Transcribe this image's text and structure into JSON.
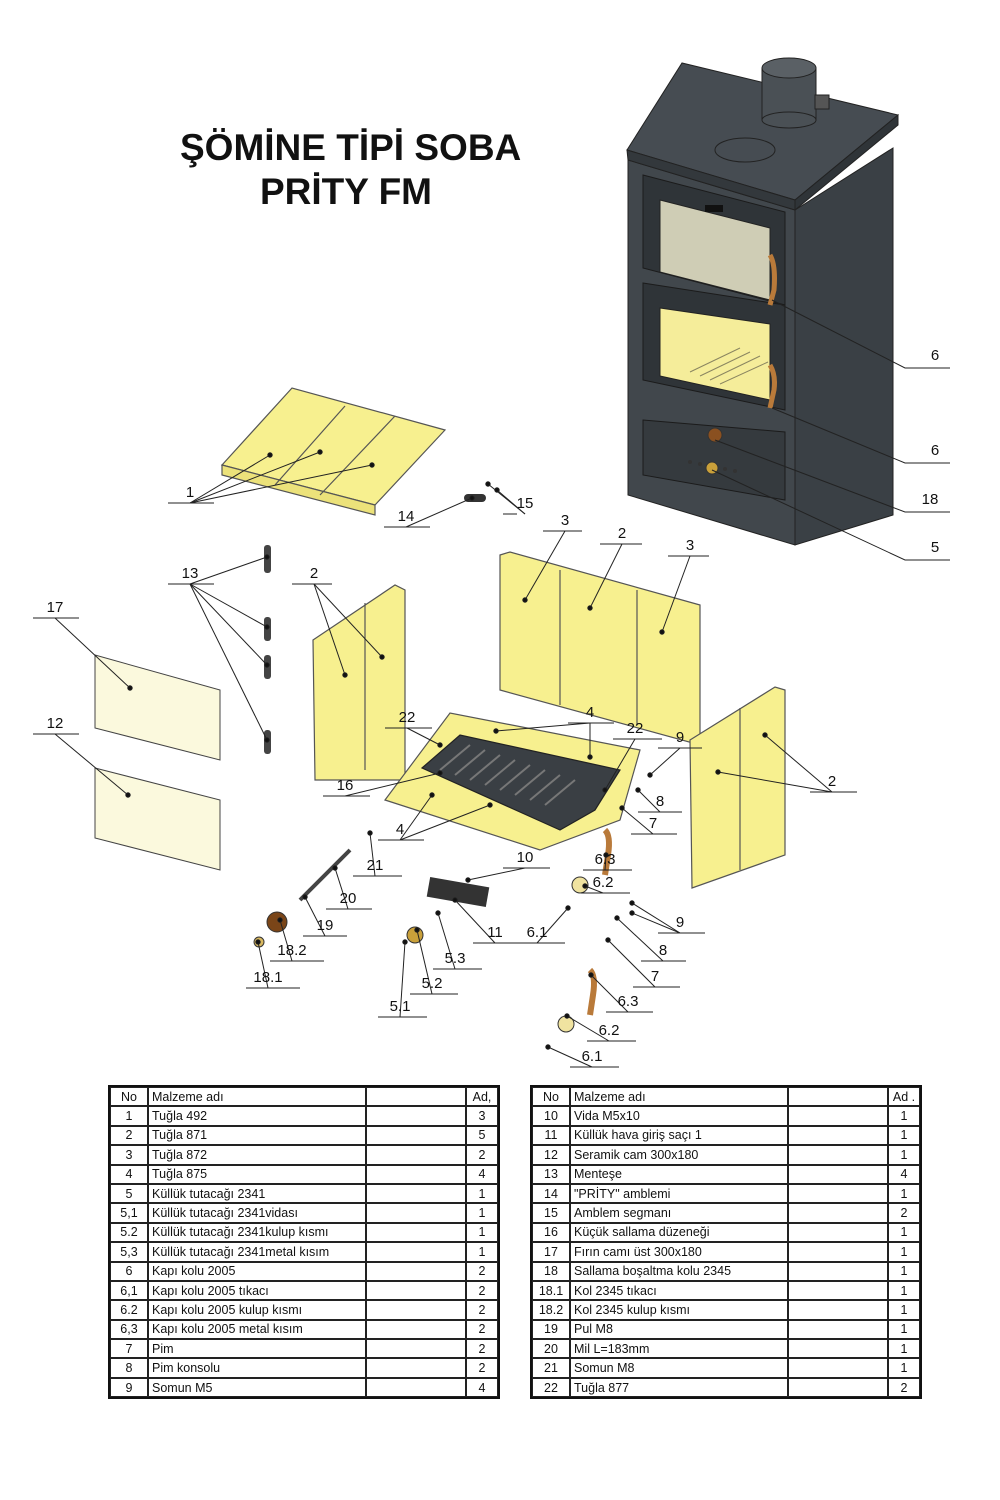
{
  "title": {
    "line1": "ŞÖMİNE TİPİ SOBA",
    "line2": "PRİTY FM"
  },
  "callouts": {
    "stove": [
      "6",
      "6",
      "18",
      "5"
    ],
    "parts": [
      "1",
      "14",
      "15",
      "13",
      "17",
      "12",
      "2",
      "3",
      "2",
      "3",
      "22",
      "4",
      "22",
      "9",
      "2",
      "16",
      "8",
      "4",
      "7",
      "21",
      "10",
      "6.3",
      "6.2",
      "20",
      "19",
      "11",
      "6.1",
      "9",
      "18.2",
      "5.3",
      "8",
      "7",
      "18.1",
      "5.2",
      "6.3",
      "5.1",
      "6.2",
      "6.1"
    ]
  },
  "parts_table": {
    "headers": {
      "no": "No",
      "name": "Malzeme adı",
      "blank": "",
      "qty_left": "Ad,",
      "qty_right": "Ad ."
    },
    "left": [
      {
        "no": "1",
        "name": "Tuğla 492",
        "qty": "3"
      },
      {
        "no": "2",
        "name": "Tuğla 871",
        "qty": "5"
      },
      {
        "no": "3",
        "name": "Tuğla 872",
        "qty": "2"
      },
      {
        "no": "4",
        "name": "Tuğla 875",
        "qty": "4"
      },
      {
        "no": "5",
        "name": "Küllük tutacağı 2341",
        "qty": "1"
      },
      {
        "no": "5,1",
        "name": "Küllük tutacağı 2341vidası",
        "qty": "1"
      },
      {
        "no": "5.2",
        "name": "Küllük tutacağı 2341kulup kısmı",
        "qty": "1"
      },
      {
        "no": "5,3",
        "name": "Küllük tutacağı 2341metal kısım",
        "qty": "1"
      },
      {
        "no": "6",
        "name": "Kapı kolu 2005",
        "qty": "2"
      },
      {
        "no": "6,1",
        "name": "Kapı kolu 2005 tıkacı",
        "qty": "2"
      },
      {
        "no": "6.2",
        "name": "Kapı kolu 2005 kulup kısmı",
        "qty": "2"
      },
      {
        "no": "6,3",
        "name": "Kapı kolu 2005 metal kısım",
        "qty": "2"
      },
      {
        "no": "7",
        "name": "Pim",
        "qty": "2"
      },
      {
        "no": "8",
        "name": "Pim konsolu",
        "qty": "2"
      },
      {
        "no": "9",
        "name": "Somun M5",
        "qty": "4"
      }
    ],
    "right": [
      {
        "no": "10",
        "name": "Vida M5x10",
        "qty": "1"
      },
      {
        "no": "11",
        "name": "Küllük hava giriş saçı 1",
        "qty": "1"
      },
      {
        "no": "12",
        "name": "Seramik cam 300x180",
        "qty": "1"
      },
      {
        "no": "13",
        "name": "Menteşe",
        "qty": "4"
      },
      {
        "no": "14",
        "name": "\"PRİTY\" amblemi",
        "qty": "1"
      },
      {
        "no": "15",
        "name": "Amblem segmanı",
        "qty": "2"
      },
      {
        "no": "16",
        "name": "Küçük sallama düzeneği",
        "qty": "1"
      },
      {
        "no": "17",
        "name": "Fırın camı üst 300x180",
        "qty": "1"
      },
      {
        "no": "18",
        "name": "Sallama boşaltma kolu 2345",
        "qty": "1"
      },
      {
        "no": "18.1",
        "name": "Kol 2345 tıkacı",
        "qty": "1"
      },
      {
        "no": "18.2",
        "name": "Kol 2345 kulup kısmı",
        "qty": "1"
      },
      {
        "no": "19",
        "name": "Pul M8",
        "qty": "1"
      },
      {
        "no": "20",
        "name": "Mil L=183mm",
        "qty": "1"
      },
      {
        "no": "21",
        "name": "Somun M8",
        "qty": "1"
      },
      {
        "no": "22",
        "name": "Tuğla 877",
        "qty": "2"
      }
    ]
  },
  "colors": {
    "brick": "#f7f08f",
    "brick_edge": "#d9d060",
    "stove_body": "#3c4247",
    "stove_dark": "#2a2f33",
    "glass": "#fbf9dd",
    "brass": "#b97a3a"
  }
}
